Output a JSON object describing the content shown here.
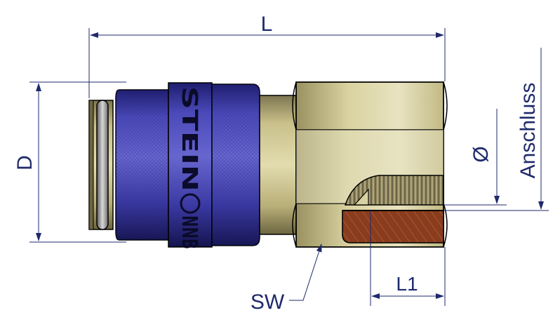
{
  "labels": {
    "length": "L",
    "diameter": "D",
    "thread_length": "L1",
    "wrench_size": "SW",
    "bore": "Ø",
    "connection": "Anschluss"
  },
  "brand": "STEIN",
  "brand_suffix": "NNB",
  "colors": {
    "dimension_lines": "#1f2a6b",
    "coupling_blue": "#3b3aa6",
    "brass": "#cbc28c",
    "section_cut": "#8a3c1e",
    "outline": "#000000"
  }
}
